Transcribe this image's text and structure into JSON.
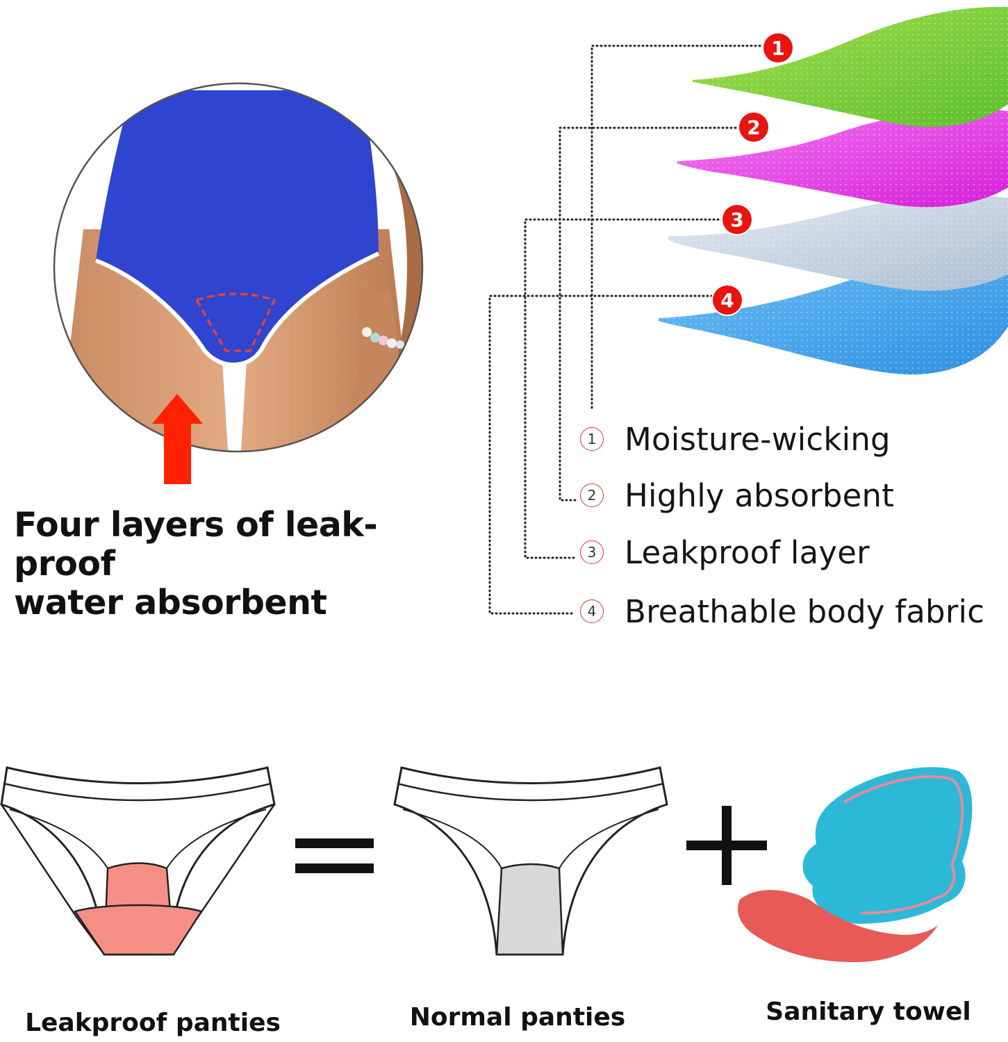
{
  "headline": {
    "line1": "Four layers of leak-proof",
    "line2": "water absorbent"
  },
  "layers": [
    {
      "number": "1",
      "label": "Moisture-wicking",
      "color": "#7ccf3a"
    },
    {
      "number": "2",
      "label": "Highly absorbent",
      "color": "#e23ee6"
    },
    {
      "number": "3",
      "label": "Leakproof layer",
      "color": "#b9c9da"
    },
    {
      "number": "4",
      "label": "Breathable body fabric",
      "color": "#3d9ee8"
    }
  ],
  "comparison": {
    "items": [
      {
        "label": "Leakproof panties",
        "accent": "#f58f86"
      },
      {
        "label": "Normal panties",
        "accent": "#d8d8d8"
      },
      {
        "label": "Sanitary towel",
        "accent": "#2cb9d8"
      }
    ]
  },
  "colors": {
    "badge": "#e8140e",
    "arrow": "#ff2200",
    "brief": "#2f45d0"
  }
}
